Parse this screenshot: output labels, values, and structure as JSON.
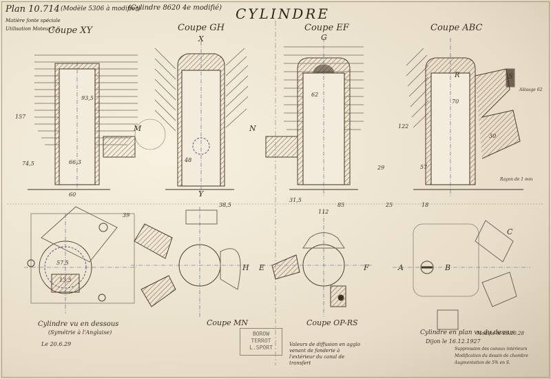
{
  "sheet": {
    "plan_number": "Plan 10.714",
    "header_note_1": "(Modèle 5306 à modifier)",
    "header_note_2": "(Cylindre 8620 4e modifié)",
    "header_note_3": "Matière fonte spéciale",
    "header_note_4": "Utilisation Moteur L.S",
    "main_title": "Cylindre",
    "stamp_lines": [
      "BOROW",
      "TERROT",
      "L.SPORT"
    ]
  },
  "views": {
    "coupe_xy": "Coupe XY",
    "coupe_gh": "Coupe GH",
    "coupe_ef": "Coupe EF",
    "coupe_abc": "Coupe ABC",
    "coupe_mn": "Coupe MN",
    "coupe_op_rs": "Coupe OP-RS",
    "dessous": "Cylindre vu en dessous",
    "dessous_sub": "(Symétrie à l'Anglaise)",
    "plan_dessus": "Cylindre en plan vu du dessus"
  },
  "letters": {
    "x": "X",
    "y": "Y",
    "m": "M",
    "n": "N",
    "g": "G",
    "h": "H",
    "e": "E",
    "f": "F",
    "a": "A",
    "b": "B",
    "c": "C",
    "r": "R",
    "s": "S"
  },
  "notes": {
    "note_center": "Valeurs de diffusion en agglo venant de fonderie à l'extérieur du canal de transfert",
    "note_dates_left": "Le 20.6.29",
    "note_right_date": "Dijon le 16.12.1927",
    "note_modif": "Modifié le 13.10.28",
    "note_right_1": "Suppression des canaux intérieurs",
    "note_right_2": "Modification du dessin de chambre",
    "note_right_3": "Augmentation de 5% en S.",
    "note_alesage": "Alésage 62",
    "note_rayon": "Rayon de 1 mm"
  },
  "dimensions": {
    "d_157": "157",
    "d_74_5": "74,5",
    "d_66_3": "66,3",
    "d_93_5": "93,5",
    "d_60": "60",
    "d_48": "48",
    "d_31_5": "31,5",
    "d_112": "112",
    "d_62": "62",
    "d_25": "25",
    "d_85": "85",
    "d_57": "57",
    "d_39": "39",
    "d_13_5": "13,5",
    "d_18": "18",
    "d_38_5": "38,5",
    "d_122": "122",
    "d_70": "70",
    "d_30": "30",
    "d_57_5": "57,5",
    "d_29": "29"
  },
  "colors": {
    "paper": "#efe6d4",
    "ink": "#3b2f22",
    "graphite": "#6f655a",
    "hatch": "#a0856a",
    "dim_blue": "#4a5a86"
  }
}
